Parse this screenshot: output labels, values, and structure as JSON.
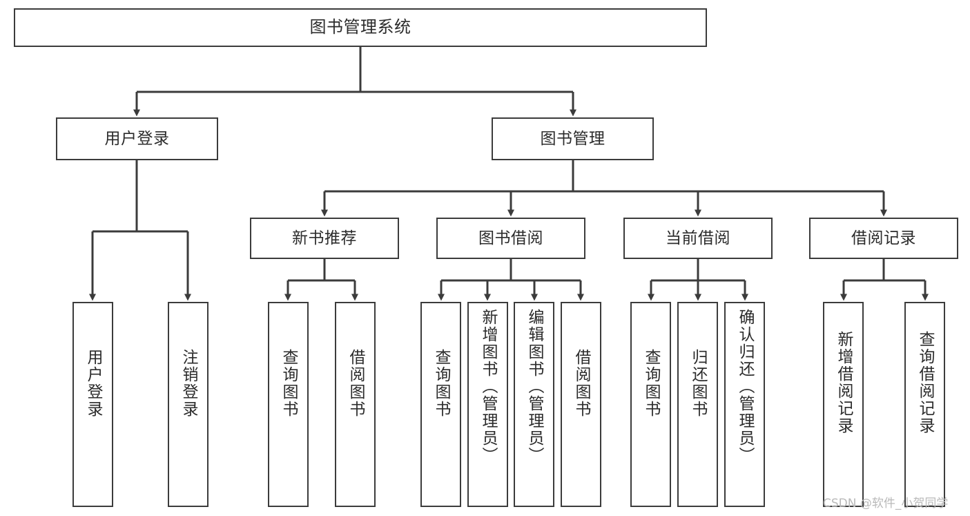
{
  "diagram": {
    "title": "图书管理系统",
    "type": "tree",
    "orientation": "top-down",
    "line_color": "#3b3b3b",
    "box_fill": "#ffffff",
    "text_color": "#2b2b2b",
    "nodes": {
      "root": {
        "label": "图书管理系统"
      },
      "level2": [
        {
          "label": "用户登录"
        },
        {
          "label": "图书管理"
        }
      ],
      "level3": [
        {
          "label": "新书推荐"
        },
        {
          "label": "图书借阅"
        },
        {
          "label": "当前借阅"
        },
        {
          "label": "借阅记录"
        }
      ],
      "leaves": [
        {
          "label": "用户登录"
        },
        {
          "label": "注销登录"
        },
        {
          "label": "查询图书"
        },
        {
          "label": "借阅图书"
        },
        {
          "label": "查询图书"
        },
        {
          "label": "新增图书（管理员）"
        },
        {
          "label": "编辑图书（管理员）"
        },
        {
          "label": "借阅图书"
        },
        {
          "label": "查询图书"
        },
        {
          "label": "归还图书"
        },
        {
          "label": "确认归还（管理员）"
        },
        {
          "label": "新增借阅记录"
        },
        {
          "label": "查询借阅记录"
        }
      ]
    }
  },
  "watermark": {
    "text": "CSDN @软件_小贺同学"
  }
}
